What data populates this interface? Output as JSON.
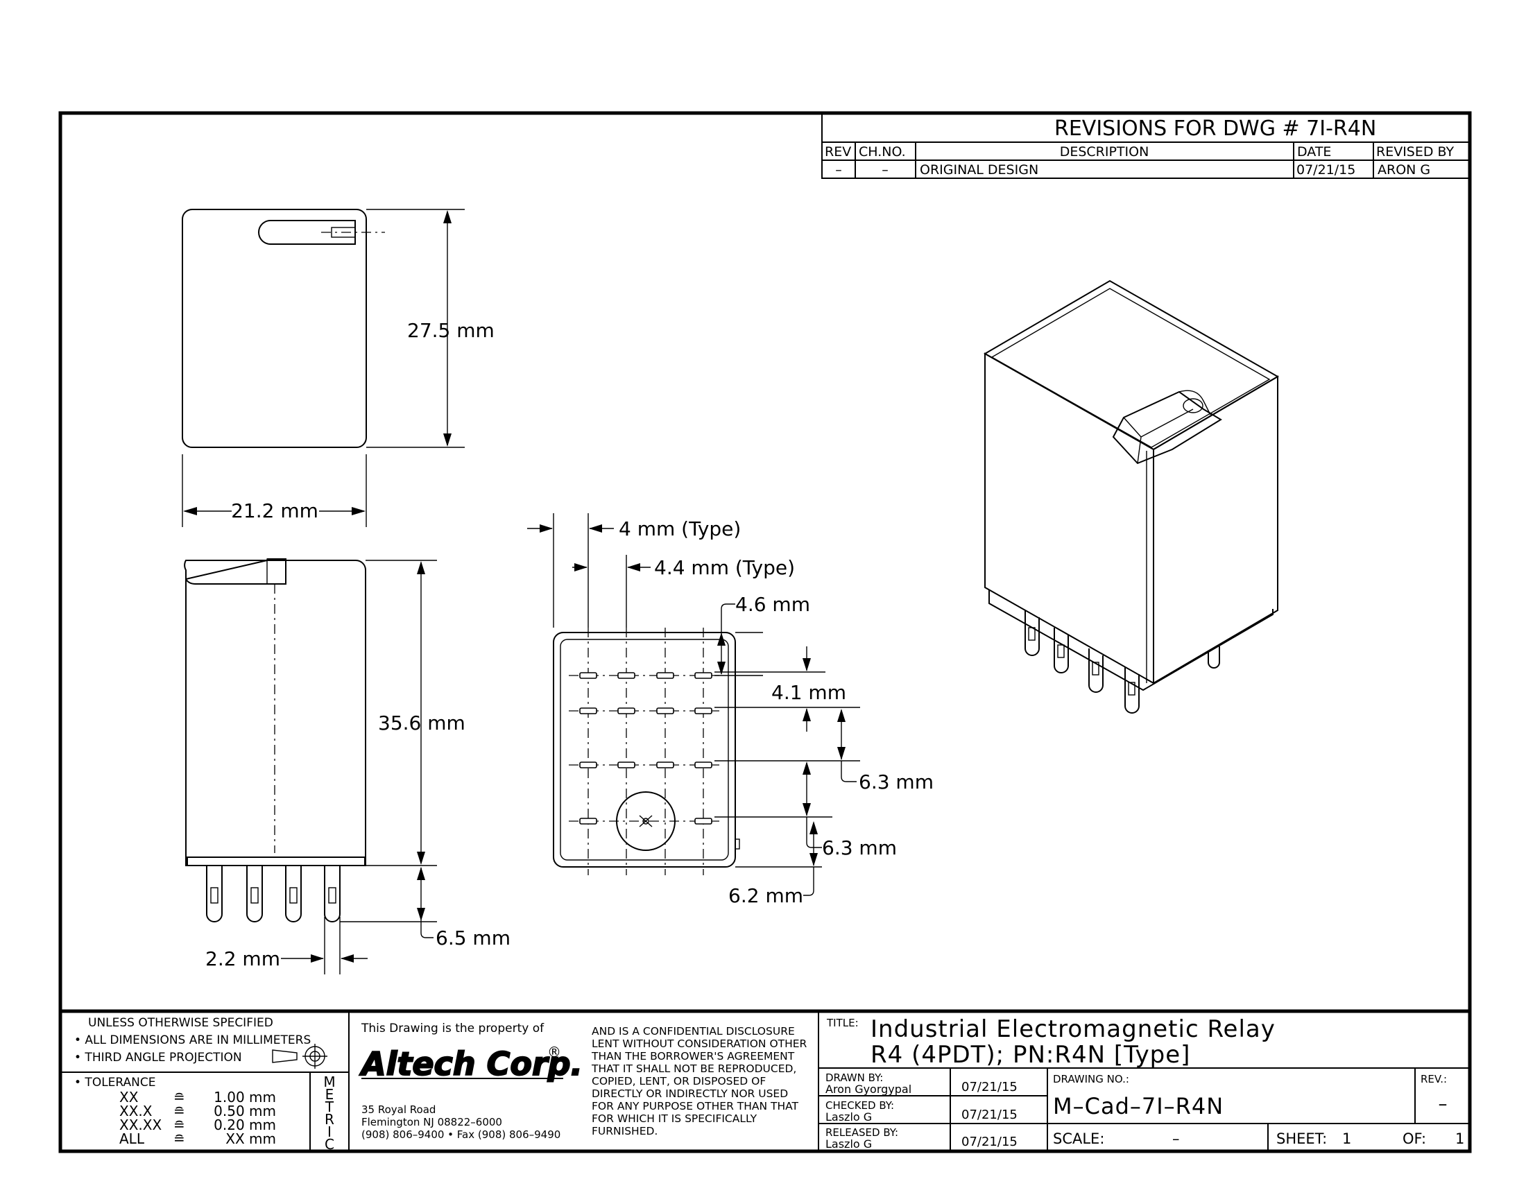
{
  "revisions": {
    "title": "REVISIONS FOR DWG # 7I-R4N",
    "headers": {
      "rev": "REV",
      "ch_no": "CH.NO.",
      "description": "DESCRIPTION",
      "date": "DATE",
      "revised_by": "REVISED BY"
    },
    "rows": [
      {
        "rev": "–",
        "ch_no": "–",
        "description": "ORIGINAL DESIGN",
        "date": "07/21/15",
        "revised_by": "ARON G"
      }
    ]
  },
  "dimensions": {
    "height_top": "27.5 mm",
    "width": "21.2 mm",
    "height_side": "35.6 mm",
    "pin_length": "6.5 mm",
    "pin_width": "2.2 mm",
    "pin_pitch_a": "4  mm (Type)",
    "pin_pitch_b": "4.4 mm (Type)",
    "edge_top": "4.6 mm",
    "row_pitch_a": "4.1 mm",
    "row_pitch_b": "6.3 mm",
    "row_pitch_c": "6.3 mm",
    "edge_bottom": "6.2 mm"
  },
  "notes": {
    "unless": "UNLESS OTHERWISE SPECIFIED",
    "bullet1": "• ALL DIMENSIONS ARE IN MILLIMETERS",
    "bullet2": "• THIRD ANGLE PROJECTION",
    "tolerance_label": "• TOLERANCE",
    "tolerances": [
      {
        "k": "XX",
        "eq": "≘",
        "v": "1.00 mm"
      },
      {
        "k": "XX.X",
        "eq": "≘",
        "v": "0.50 mm"
      },
      {
        "k": "XX.XX",
        "eq": "≘",
        "v": "0.20 mm"
      },
      {
        "k": "ALL",
        "eq": "≘",
        "v": "XX mm"
      }
    ],
    "metric": [
      "M",
      "E",
      "T",
      "R",
      "I",
      "C"
    ]
  },
  "company": {
    "property": "This Drawing is the property of",
    "logo": "Altech Corp.",
    "registered": "®",
    "address1": "35 Royal Road",
    "address2": "Flemington NJ 08822–6000",
    "phone": "(908) 806–9400 • Fax (908) 806–9490",
    "disclosure": [
      "AND IS A CONFIDENTIAL DISCLOSURE",
      "LENT WITHOUT CONSIDERATION OTHER",
      "THAN THE BORROWER'S AGREEMENT",
      "THAT IT SHALL NOT BE REPRODUCED,",
      "COPIED, LENT, OR DISPOSED OF",
      "DIRECTLY OR INDIRECTLY NOR USED",
      "FOR ANY PURPOSE OTHER THAN THAT",
      "FOR WHICH IT IS SPECIFICALLY",
      "FURNISHED."
    ]
  },
  "titleblock": {
    "title_label": "TITLE:",
    "title1": "Industrial Electromagnetic Relay",
    "title2": "R4 (4PDT); PN:R4N [Type]",
    "drawn_label": "DRAWN BY:",
    "drawn_name": "Aron Gyorgypal",
    "drawn_date": "07/21/15",
    "checked_label": "CHECKED BY:",
    "checked_name": "Laszlo G",
    "checked_date": "07/21/15",
    "released_label": "RELEASED BY:",
    "released_name": "Laszlo G",
    "released_date": "07/21/15",
    "drawing_no_label": "DRAWING NO.:",
    "drawing_no": "M–Cad–7I–R4N",
    "rev_label": "REV.:",
    "rev_value": "–",
    "scale_label": "SCALE:",
    "scale_value": "–",
    "sheet_label": "SHEET:",
    "sheet_value": "1",
    "of_label": "OF:",
    "of_value": "1"
  }
}
